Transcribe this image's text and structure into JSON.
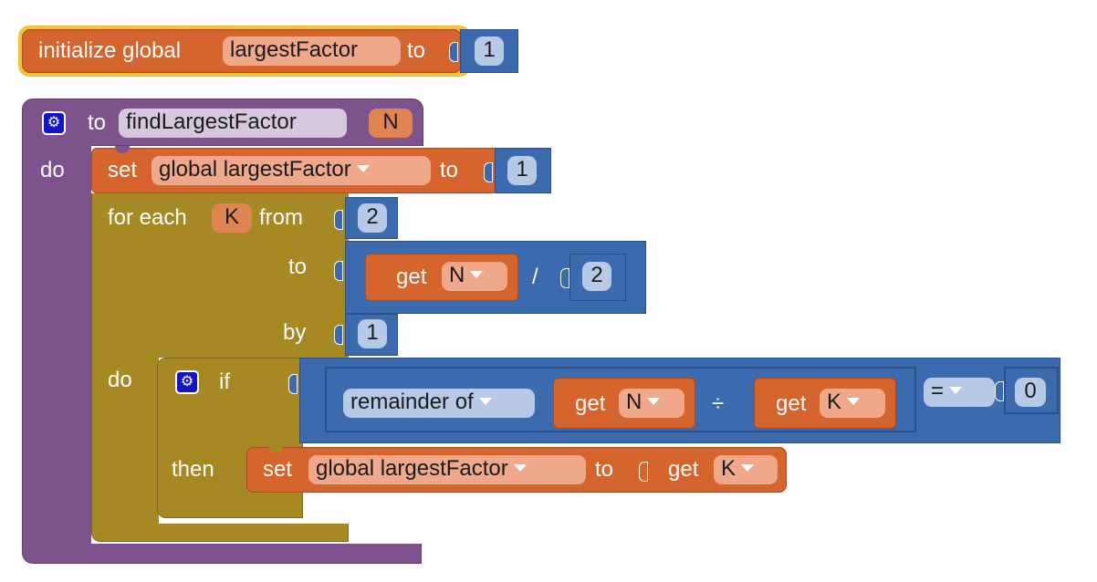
{
  "global_init": {
    "keyword": "initialize global",
    "var_name": "largestFactor",
    "to_label": "to",
    "value": "1"
  },
  "procedure": {
    "to_label": "to",
    "name": "findLargestFactor",
    "param": "N",
    "do_label": "do",
    "set_stmt": {
      "set_label": "set",
      "var": "global largestFactor",
      "to_label": "to",
      "value": "1"
    },
    "for_each": {
      "label_for_each": "for each",
      "var": "K",
      "label_from": "from",
      "from_value": "2",
      "label_to": "to",
      "get_label": "get",
      "get_var": "N",
      "divide_op": "/",
      "divisor": "2",
      "label_by": "by",
      "by_value": "1",
      "do_label": "do",
      "if_block": {
        "if_label": "if",
        "remainder_label": "remainder of",
        "get1_label": "get",
        "get1_var": "N",
        "div_op": "÷",
        "get2_label": "get",
        "get2_var": "K",
        "compare_op": "=",
        "compare_value": "0",
        "then_label": "then",
        "then_set": {
          "set_label": "set",
          "var": "global largestFactor",
          "to_label": "to",
          "get_label": "get",
          "get_var": "K"
        }
      }
    }
  },
  "colors": {
    "variable_orange": "#d5642d",
    "math_blue": "#3c6aae",
    "procedure_purple": "#7e528c",
    "control_gold": "#a68923",
    "highlight_yellow": "#f7c23a"
  },
  "icons": {
    "procedure_gear": "gear-icon",
    "if_gear": "gear-icon"
  }
}
